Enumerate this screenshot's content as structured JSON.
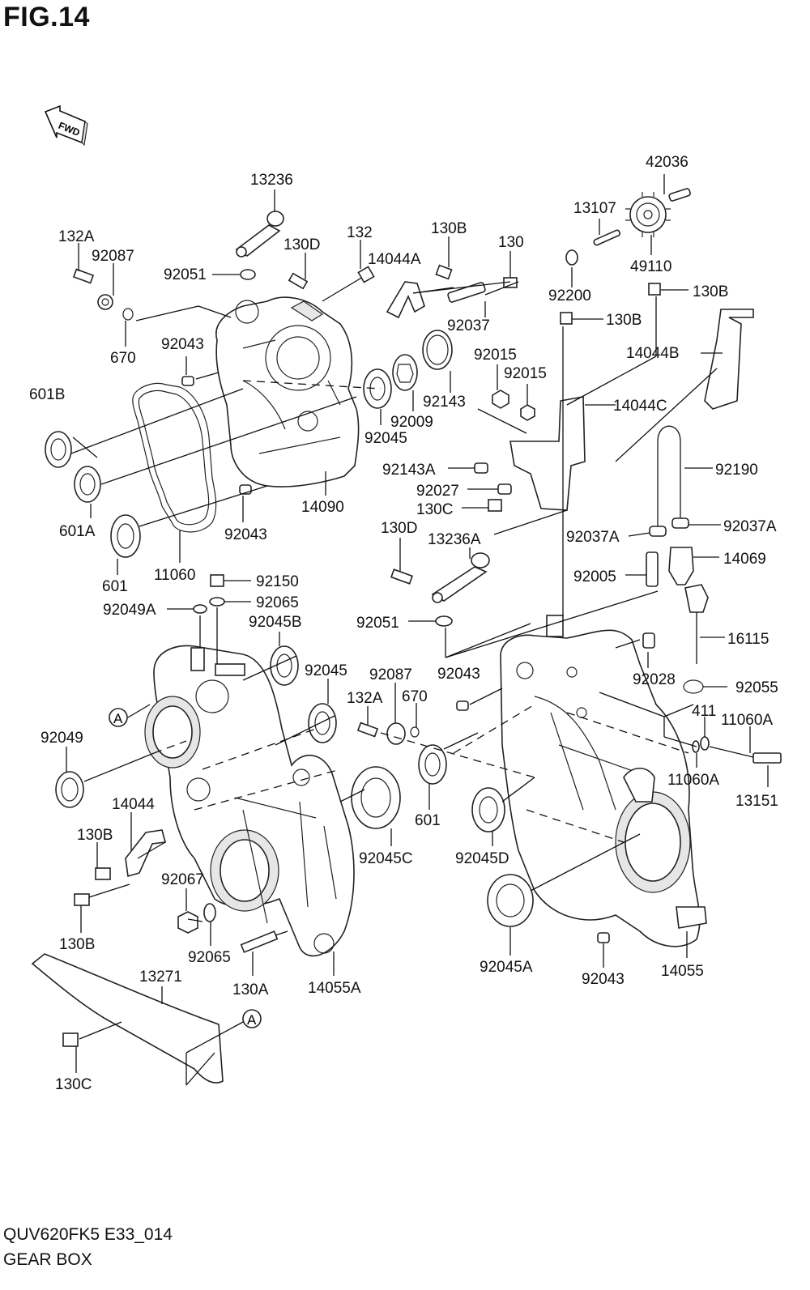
{
  "figure": {
    "title": "FIG.14",
    "fwd_label": "FWD"
  },
  "footer": {
    "model_code": "QUV620FK5 E33_014",
    "assembly_name": "GEAR BOX"
  },
  "callouts": {
    "c13236": "13236",
    "c132A_top": "132A",
    "c92087_top": "92087",
    "c130D_top": "130D",
    "c132": "132",
    "c130B_top": "130B",
    "c130_top": "130",
    "c14044A": "14044A",
    "c92051_top": "92051",
    "c670_top": "670",
    "c92043_top": "92043",
    "c92037": "92037",
    "c601B": "601B",
    "c601A": "601A",
    "c601_left": "601",
    "c11060": "11060",
    "c92043_mid": "92043",
    "c14090": "14090",
    "c92045_top": "92045",
    "c92009": "92009",
    "c92143": "92143",
    "c92015_a": "92015",
    "c92015_b": "92015",
    "c14044C": "14044C",
    "c14044B": "14044B",
    "c42036": "42036",
    "c13107": "13107",
    "c49110": "49110",
    "c92200": "92200",
    "c130B_r1": "130B",
    "c130B_r2": "130B",
    "c92190": "92190",
    "c92143A": "92143A",
    "c92027": "92027",
    "c130C_mid": "130C",
    "c130D_mid": "130D",
    "c13236A": "13236A",
    "c92037A_l": "92037A",
    "c92037A_r": "92037A",
    "c14069": "14069",
    "c92005": "92005",
    "c92150": "92150",
    "c92049A": "92049A",
    "c92065_top": "92065",
    "c92045B": "92045B",
    "c92051_mid": "92051",
    "c16115": "16115",
    "c92045_mid": "92045",
    "c92043_c": "92043",
    "c92028": "92028",
    "c92055": "92055",
    "c92087_mid": "92087",
    "c132A_mid": "132A",
    "c670_mid": "670",
    "c411": "411",
    "c11060A_a": "11060A",
    "c11060A_b": "11060A",
    "c13151": "13151",
    "c92049": "92049",
    "c14044": "14044",
    "c130B_l1": "130B",
    "c601_mid": "601",
    "c92045C": "92045C",
    "c92045D": "92045D",
    "c92067": "92067",
    "c130B_l2": "130B",
    "c92065_bot": "92065",
    "c130A": "130A",
    "c14055A": "14055A",
    "c92045A": "92045A",
    "c92043_bot": "92043",
    "c14055": "14055",
    "c13271": "13271",
    "c130C_bot": "130C",
    "ref_A_1": "A",
    "ref_A_2": "A"
  },
  "icons": [
    "fwd-arrow-icon",
    "reference-circle-icon"
  ]
}
